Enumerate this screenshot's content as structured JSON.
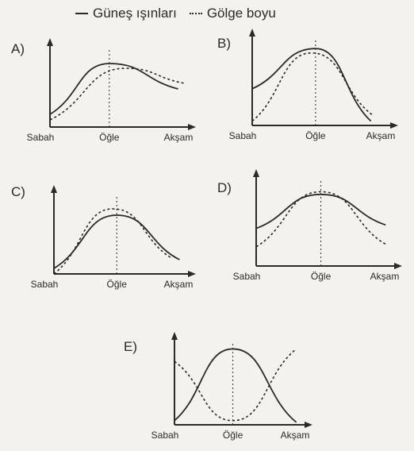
{
  "legend": {
    "sun_label": "Güneş ışınları",
    "shadow_label": "Gölge boyu"
  },
  "time_labels": [
    "Sabah",
    "Öğle",
    "Akşam"
  ],
  "options": [
    {
      "key": "A",
      "label": "A)",
      "sun": [
        [
          0.0,
          0.16
        ],
        [
          0.44,
          0.8
        ],
        [
          0.95,
          0.48
        ]
      ],
      "shadow": [
        [
          0.0,
          0.09
        ],
        [
          0.56,
          0.74
        ],
        [
          1.0,
          0.55
        ]
      ]
    },
    {
      "key": "B",
      "label": "B)",
      "sun": [
        [
          0.0,
          0.42
        ],
        [
          0.47,
          0.88
        ],
        [
          0.88,
          0.05
        ]
      ],
      "shadow": [
        [
          0.0,
          0.05
        ],
        [
          0.44,
          0.83
        ],
        [
          0.9,
          0.11
        ]
      ]
    },
    {
      "key": "C",
      "label": "C)",
      "sun": [
        [
          0.0,
          0.07
        ],
        [
          0.48,
          0.74
        ],
        [
          0.96,
          0.18
        ]
      ],
      "shadow": [
        [
          0.0,
          0.0
        ],
        [
          0.45,
          0.82
        ],
        [
          0.9,
          0.2
        ]
      ]
    },
    {
      "key": "D",
      "label": "D)",
      "sun": [
        [
          0.0,
          0.43
        ],
        [
          0.48,
          0.82
        ],
        [
          0.96,
          0.47
        ]
      ],
      "shadow": [
        [
          0.0,
          0.22
        ],
        [
          0.48,
          0.85
        ],
        [
          0.96,
          0.25
        ]
      ]
    },
    {
      "key": "E",
      "label": "E)",
      "sun": [
        [
          0.0,
          0.05
        ],
        [
          0.46,
          0.91
        ],
        [
          0.96,
          0.03
        ]
      ],
      "shadow": [
        [
          0.0,
          0.76
        ],
        [
          0.46,
          0.05
        ],
        [
          0.96,
          0.91
        ]
      ]
    }
  ]
}
